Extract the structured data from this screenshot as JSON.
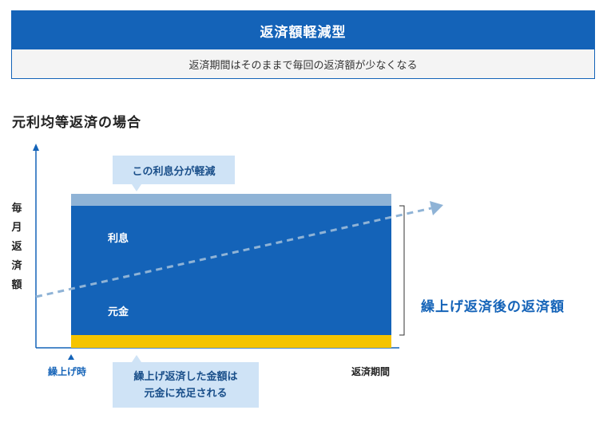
{
  "header": {
    "title": "返済額軽減型",
    "subtitle": "返済期間はそのままで毎回の返済額が少なくなる"
  },
  "section_title": "元利均等返済の場合",
  "chart_data": {
    "type": "diagram",
    "ylabel": [
      "毎",
      "月",
      "返",
      "済",
      "額"
    ],
    "xlabel": "返済期間",
    "x_start_label": "繰上げ時",
    "segments": {
      "interest_label": "利息",
      "principal_label": "元金"
    },
    "callouts": {
      "top": "この利息分が軽減",
      "bottom_line1": "繰上げ返済した金額は",
      "bottom_line2": "元金に充足される"
    },
    "result_label": "繰上げ返済後の返済額"
  },
  "colors": {
    "primary": "#1463b8",
    "light_blue": "#8fb3d6",
    "yellow": "#f5c400",
    "callout_bg": "#cfe3f6"
  }
}
